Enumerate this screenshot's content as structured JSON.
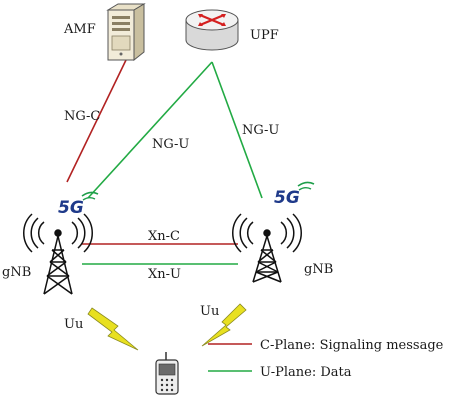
{
  "nodes": {
    "amf": {
      "label": "AMF"
    },
    "upf": {
      "label": "UPF"
    },
    "gnb_left": {
      "label": "gNB",
      "badge": "5G"
    },
    "gnb_right": {
      "label": "gNB",
      "badge": "5G"
    },
    "ue": {
      "label": ""
    }
  },
  "links": {
    "ng_c": {
      "label": "NG-C"
    },
    "ng_u_left": {
      "label": "NG-U"
    },
    "ng_u_right": {
      "label": "NG-U"
    },
    "xn_c": {
      "label": "Xn-C"
    },
    "xn_u": {
      "label": "Xn-U"
    },
    "uu_left": {
      "label": "Uu"
    },
    "uu_right": {
      "label": "Uu"
    }
  },
  "legend": [
    {
      "label": "C-Plane: Signaling message",
      "color": "#b22222"
    },
    {
      "label": "U-Plane: Data",
      "color": "#22aa44"
    }
  ],
  "colors": {
    "c_plane": "#b22222",
    "u_plane": "#22aa44",
    "lightning": "#e8e020"
  }
}
